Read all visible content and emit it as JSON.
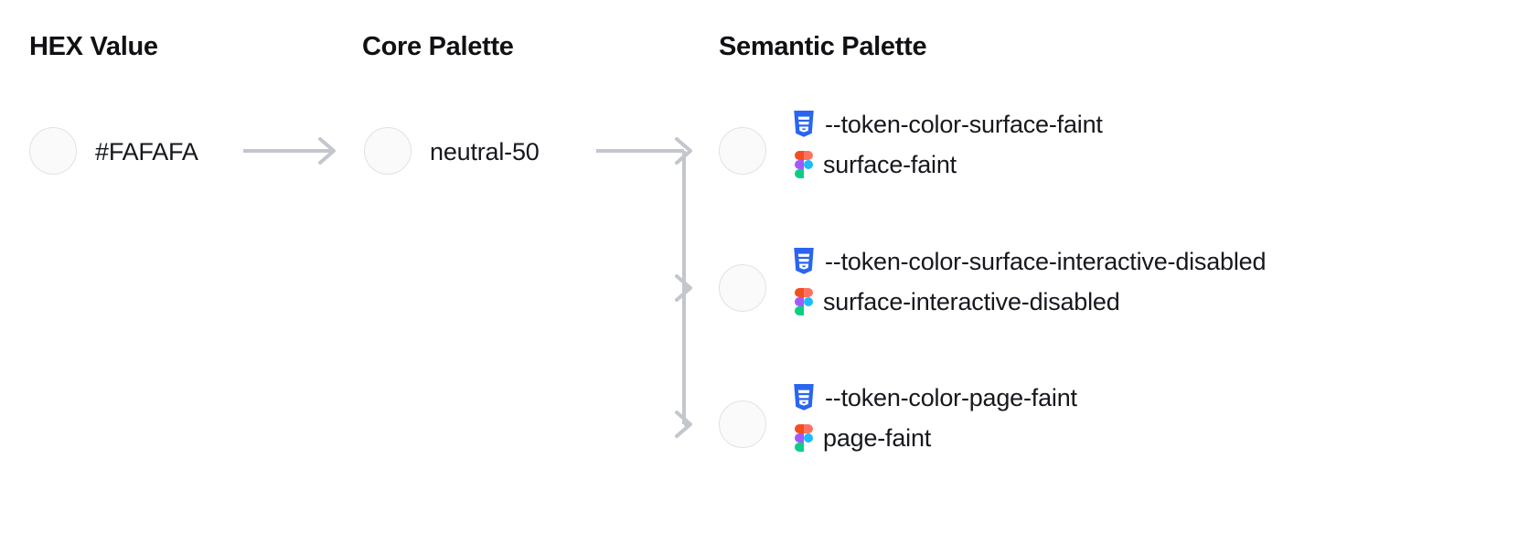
{
  "columns": {
    "hex": "HEX Value",
    "core": "Core Palette",
    "semantic": "Semantic Palette"
  },
  "hex": {
    "swatch_color": "#FAFAFA",
    "value": "#FAFAFA"
  },
  "core": {
    "swatch_color": "#FAFAFA",
    "value": "neutral-50"
  },
  "semantic": {
    "rows": [
      {
        "swatch_color": "#FAFAFA",
        "css_icon": "css3-icon",
        "css_token": "--token-color-surface-faint",
        "figma_icon": "figma-icon",
        "figma_token": "surface-faint"
      },
      {
        "swatch_color": "#FAFAFA",
        "css_icon": "css3-icon",
        "css_token": "--token-color-surface-interactive-disabled",
        "figma_icon": "figma-icon",
        "figma_token": "surface-interactive-disabled"
      },
      {
        "swatch_color": "#FAFAFA",
        "css_icon": "css3-icon",
        "css_token": "--token-color-page-faint",
        "figma_icon": "figma-icon",
        "figma_token": "page-faint"
      }
    ]
  },
  "connectors": {
    "arrow_color": "#C3C6CD",
    "hex_to_core": "arrow-right-icon",
    "core_to_semantic": "branching-arrow-icon",
    "branch_count": 3
  },
  "theme": {
    "background": "#FFFFFF",
    "text_color": "#16181D",
    "heading_color": "#101114",
    "swatch_border": "#E1E2E6",
    "css_icon_blue": "#2965F1",
    "figma_red": "#F24E1E",
    "figma_orange": "#FF7262",
    "figma_purple": "#A259FF",
    "figma_blue": "#1ABCFE",
    "figma_green": "#0ACF83"
  }
}
